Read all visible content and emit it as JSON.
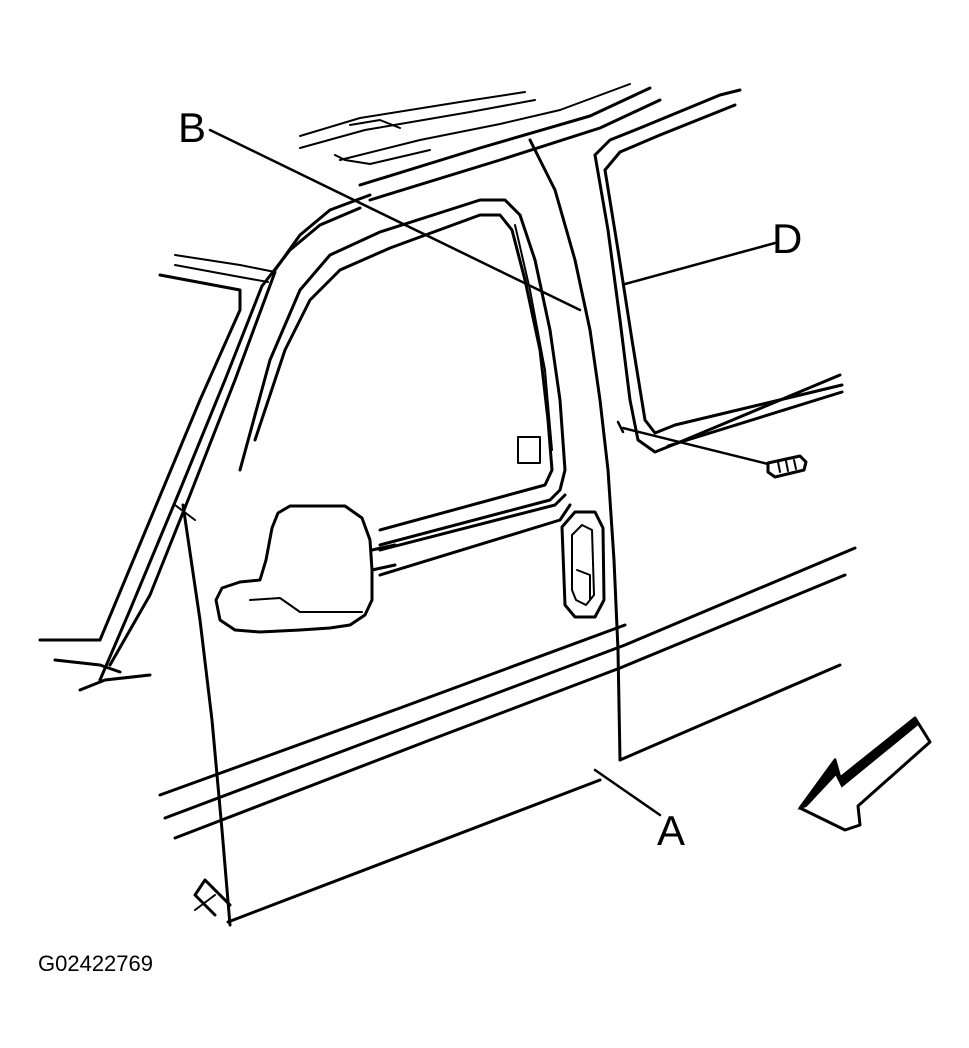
{
  "callouts": {
    "a": "A",
    "b": "B",
    "d": "D"
  },
  "figure_id": "G02422769",
  "colors": {
    "ink": "#000000",
    "background": "#ffffff"
  }
}
